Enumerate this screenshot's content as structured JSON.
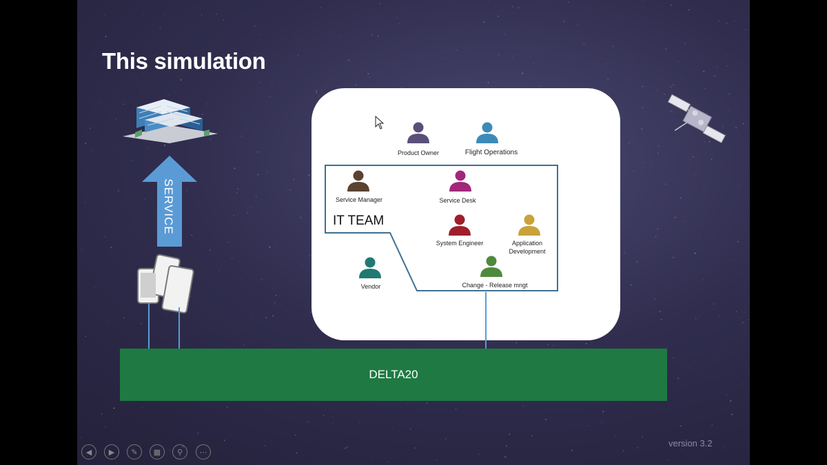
{
  "slide": {
    "title": "This simulation",
    "service_label": "SERVICE",
    "it_team_label": "IT TEAM",
    "delta_label": "DELTA20",
    "version": "version 3.2"
  },
  "roles": {
    "product_owner": "Product Owner",
    "flight_operations": "Flight Operations",
    "service_manager": "Service Manager",
    "service_desk": "Service Desk",
    "system_engineer": "System Engineer",
    "application_development_line1": "Application",
    "application_development_line2": "Development",
    "vendor": "Vendor",
    "change_release": "Change - Release mngt"
  },
  "colors": {
    "panel": "#ffffff",
    "delta_bar": "#1e7a42",
    "arrow": "#5b9bd5",
    "product_owner": "#5a4f78",
    "flight_operations": "#3d8ab8",
    "service_manager": "#5a4330",
    "service_desk": "#a1287a",
    "system_engineer": "#9e1f2a",
    "application_development": "#c8a23a",
    "vendor": "#1f7a72",
    "change_release": "#4e8a3e"
  },
  "controls": {
    "previous": "previous-icon",
    "next": "next-icon",
    "pen": "pen-icon",
    "slides": "slides-icon",
    "zoom": "zoom-icon",
    "more": "more-icon"
  }
}
